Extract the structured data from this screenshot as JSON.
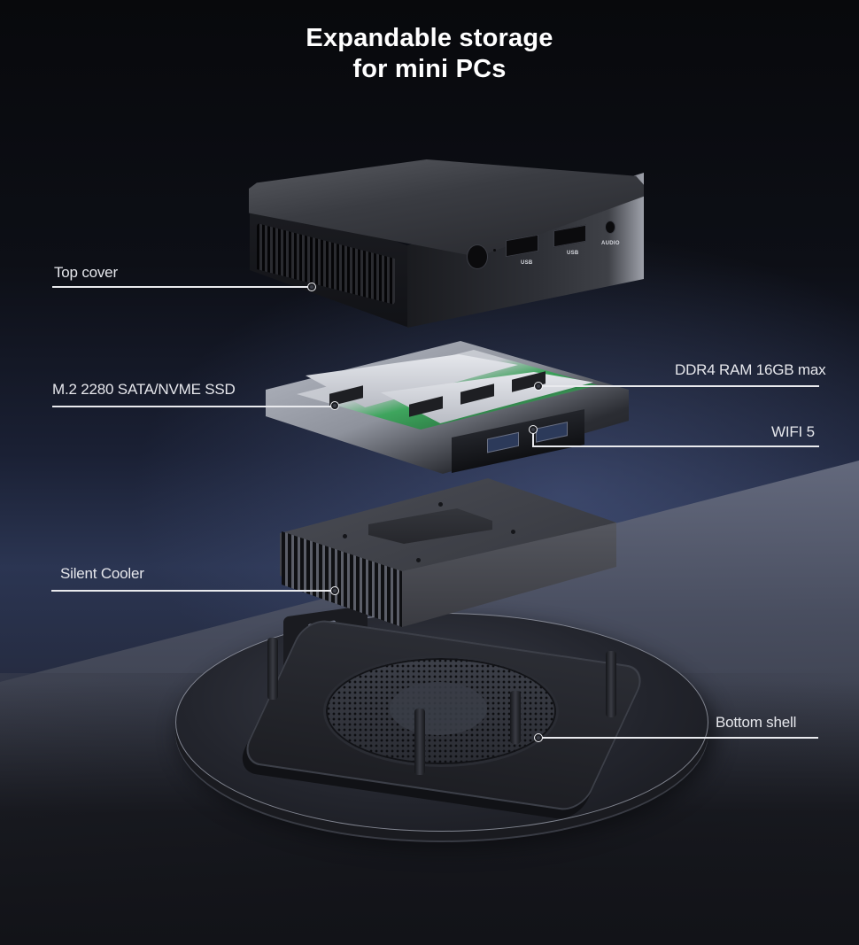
{
  "headline": {
    "line1": "Expandable storage",
    "line2": "for mini PCs"
  },
  "device": {
    "ports": [
      {
        "type": "power-jack",
        "label": ""
      },
      {
        "type": "usb",
        "label": "USB"
      },
      {
        "type": "usb",
        "label": "USB"
      },
      {
        "type": "audio",
        "label": "AUDIO"
      }
    ]
  },
  "callouts": [
    {
      "id": "top-cover",
      "label": "Top cover",
      "side": "left"
    },
    {
      "id": "ssd",
      "label": "M.2 2280 SATA/NVME SSD",
      "side": "left"
    },
    {
      "id": "ram",
      "label": "DDR4 RAM 16GB max",
      "side": "right"
    },
    {
      "id": "wifi",
      "label": "WIFI 5",
      "side": "right"
    },
    {
      "id": "cooler",
      "label": "Silent Cooler",
      "side": "left"
    },
    {
      "id": "bottom-shell",
      "label": "Bottom shell",
      "side": "right"
    }
  ],
  "colors": {
    "background_dark": "#0c0d12",
    "background_blue": "#2b3552",
    "plane_light": "#9da5bc",
    "text": "#ffffff",
    "callout_line": "#e9eaee",
    "pcb_green": "#3aa65a"
  }
}
